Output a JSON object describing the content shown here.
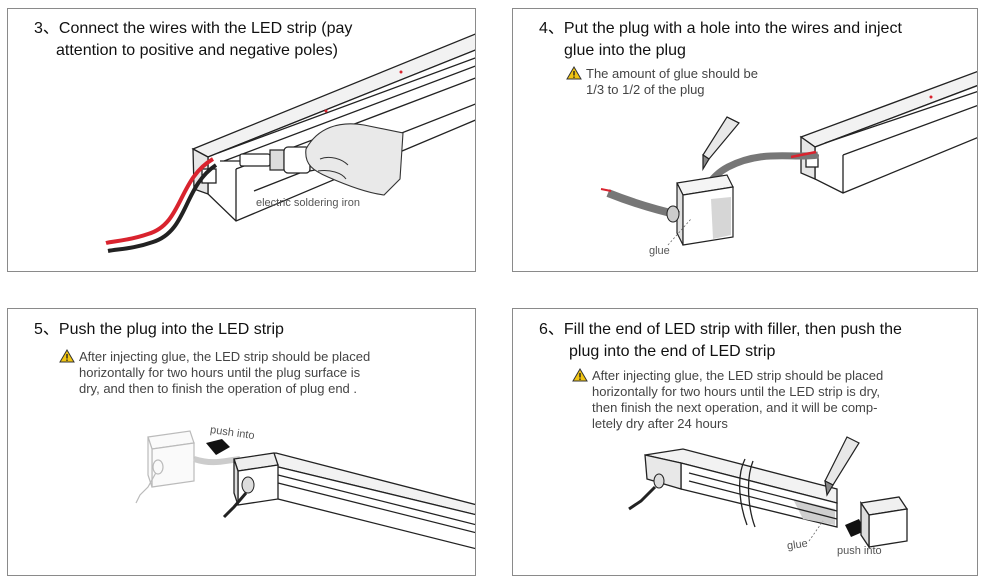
{
  "steps": [
    {
      "number": "3、",
      "title_lines": [
        "Connect the wires with the LED strip (pay",
        "attention to positive and negative poles)"
      ],
      "note_lines": [],
      "labels": {
        "tool": "electric soldering iron"
      }
    },
    {
      "number": "4、",
      "title_lines": [
        "Put the plug with a hole into the wires and inject",
        "glue into the plug"
      ],
      "note_lines": [
        "The amount of glue should be",
        "1/3 to 1/2  of the plug"
      ],
      "labels": {
        "glue": "glue"
      }
    },
    {
      "number": "5、",
      "title_lines": [
        "Push the plug into the LED strip"
      ],
      "note_lines": [
        "After injecting glue, the LED strip should be placed",
        "horizontally for two hours until the plug surface is",
        "dry, and then to finish the operation of plug end ."
      ],
      "labels": {
        "push": "push into"
      }
    },
    {
      "number": "6、",
      "title_lines": [
        "Fill the end of LED strip with filler, then push the",
        "plug into the end of LED strip"
      ],
      "note_lines": [
        "After injecting glue, the LED strip should be placed",
        "horizontally for two hours until the LED strip is dry,",
        "then finish the next operation, and it will be comp-",
        "letely dry after 24 hours"
      ],
      "labels": {
        "glue": "glue",
        "push": "push into"
      }
    }
  ],
  "colors": {
    "border": "#8a8a8a",
    "wire_red": "#d9232e",
    "wire_black": "#222222",
    "warning": "#f2c511"
  },
  "icons": [
    "warning-icon",
    "arrow-icon"
  ]
}
